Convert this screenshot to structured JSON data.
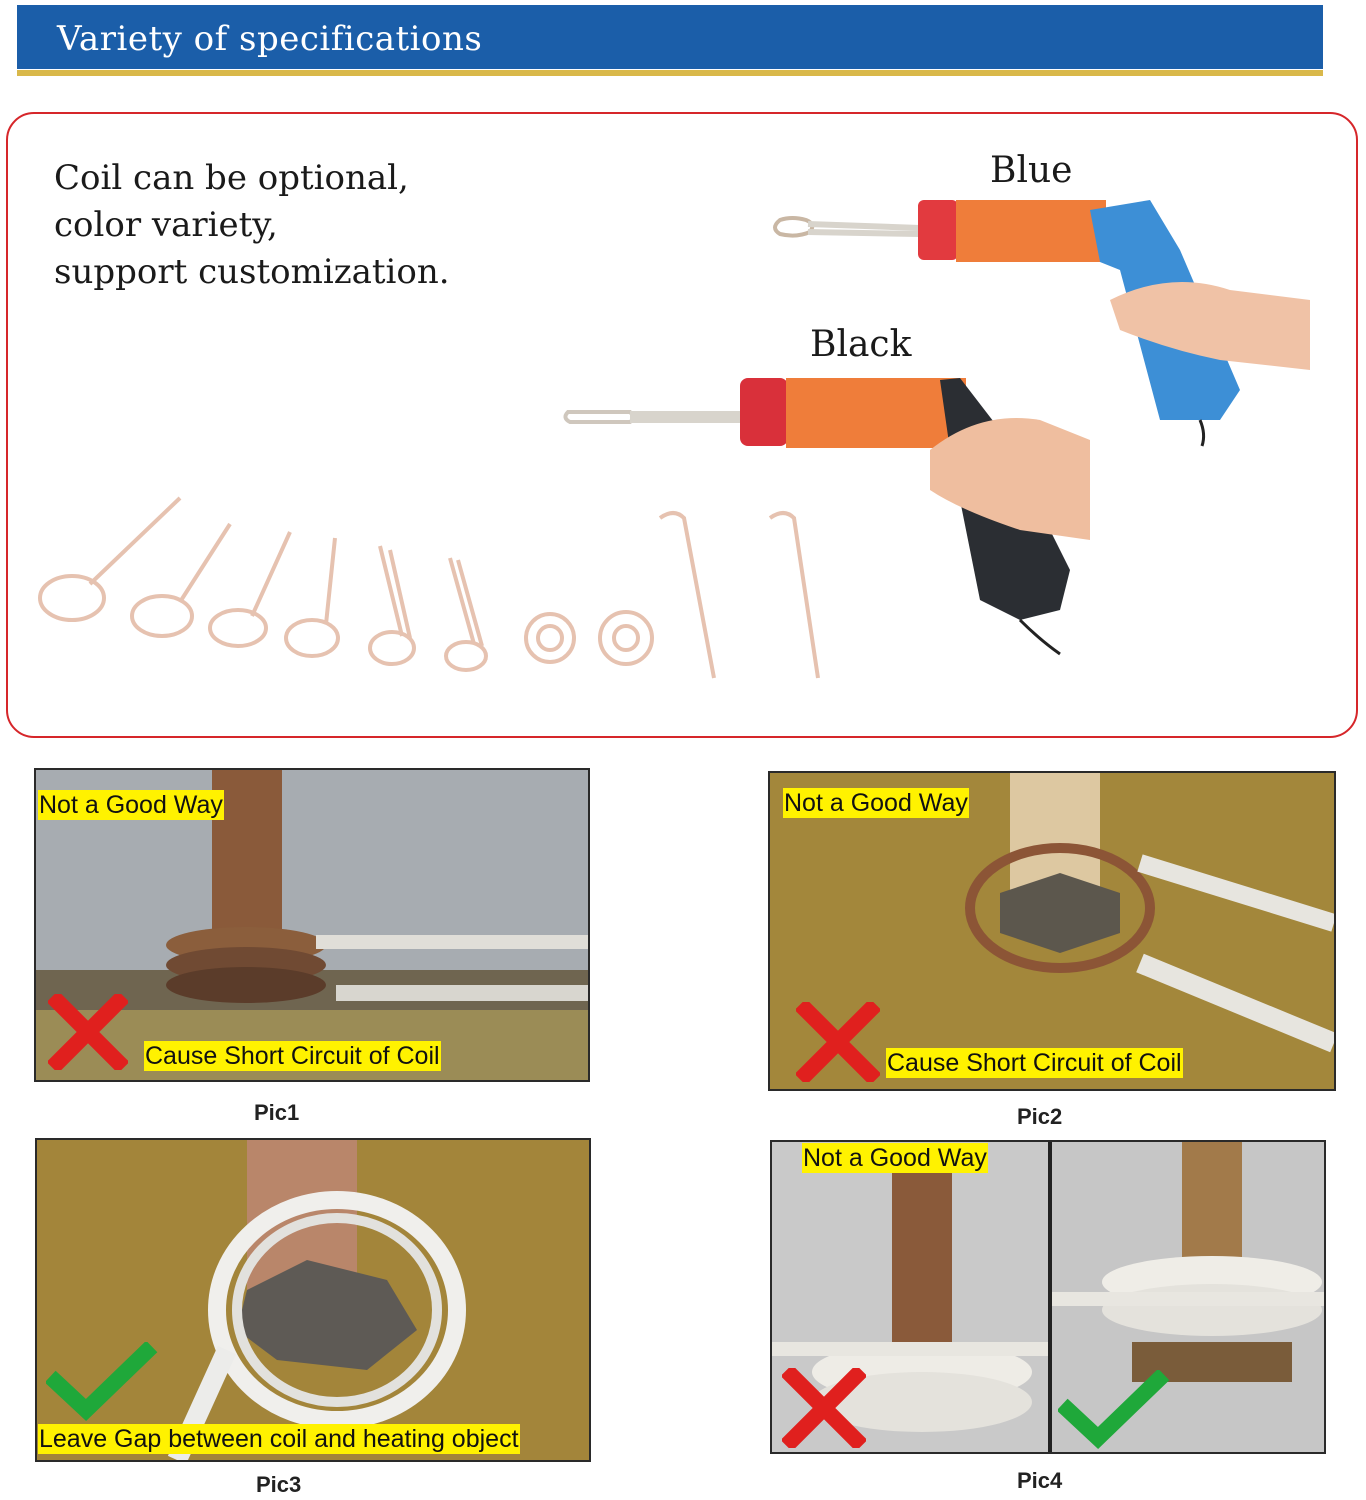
{
  "header": {
    "title": "Variety of specifications"
  },
  "spec": {
    "lines": [
      "Coil can be optional,",
      "color variety,",
      "support customization."
    ],
    "color_blue": "Blue",
    "color_black": "Black"
  },
  "pics": [
    {
      "caption": "Pic1",
      "top_label": "Not a Good Way",
      "bottom_label": "Cause Short Circuit of Coil",
      "mark": "cross-icon"
    },
    {
      "caption": "Pic2",
      "top_label": "Not a Good Way",
      "bottom_label": "Cause Short Circuit of Coil",
      "mark": "cross-icon"
    },
    {
      "caption": "Pic3",
      "bottom_label": "Leave Gap between coil and heating object",
      "mark": "check-icon"
    },
    {
      "caption": "Pic4",
      "top_label": "Not a Good Way",
      "marks": [
        "cross-icon",
        "check-icon"
      ]
    }
  ],
  "colors": {
    "header": "#1b5ea9",
    "gold": "#d9b84a",
    "panel_border": "#d6262a",
    "highlight": "#fff200",
    "cross": "#e0201e",
    "check": "#1fa83a"
  }
}
